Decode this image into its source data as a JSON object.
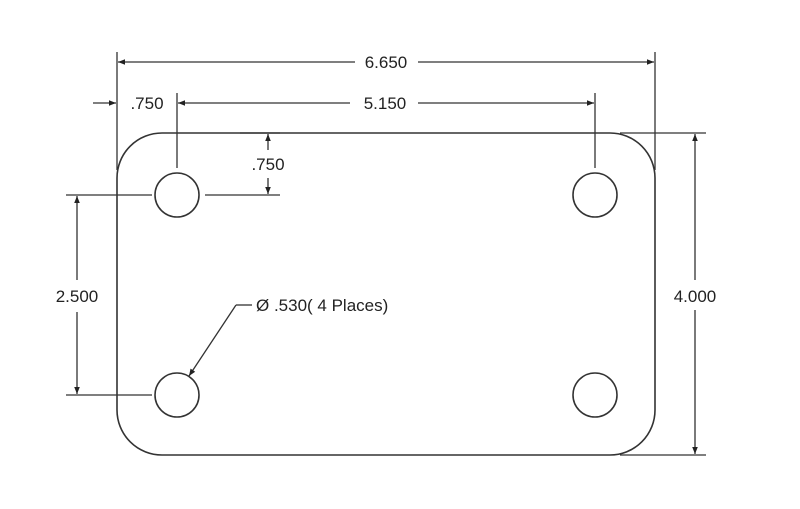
{
  "drawing": {
    "overall_width": "6.650",
    "hole_spacing_x": "5.150",
    "edge_offset_x": ".750",
    "edge_offset_y": ".750",
    "hole_spacing_y": "2.500",
    "overall_height": "4.000",
    "hole_callout": "Ø .530( 4 Places)"
  }
}
